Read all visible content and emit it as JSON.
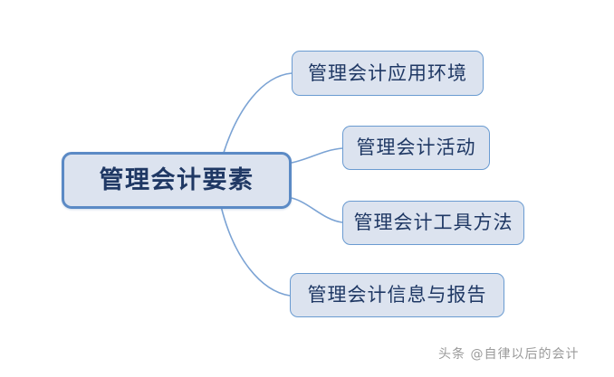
{
  "diagram": {
    "type": "mind-map",
    "center": {
      "label": "管理会计要素"
    },
    "branches": [
      {
        "label": "管理会计应用环境"
      },
      {
        "label": "管理会计活动"
      },
      {
        "label": "管理会计工具方法"
      },
      {
        "label": "管理会计信息与报告"
      }
    ],
    "colors": {
      "node_fill": "#dce3ef",
      "node_border": "#6a9bd1",
      "center_border": "#5b8ac5",
      "text": "#1f3864",
      "connector": "#7ba3d4",
      "background": "#ffffff",
      "watermark_text": "#9a9a9a"
    }
  },
  "watermark": {
    "text": "头条 @自律以后的会计"
  }
}
